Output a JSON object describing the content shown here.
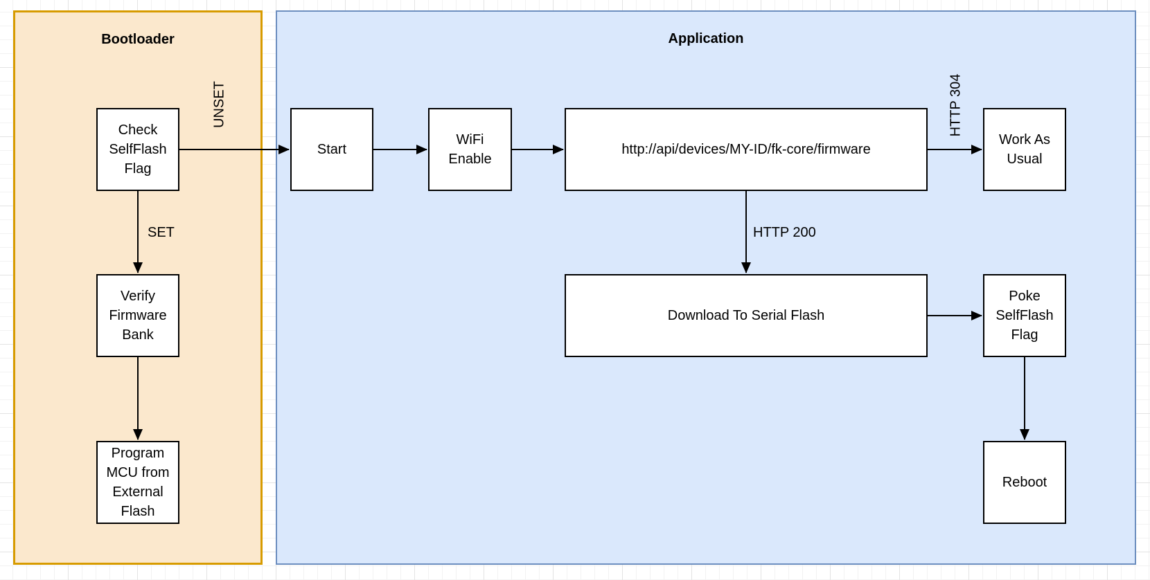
{
  "diagram": {
    "bootloader": {
      "title": "Bootloader"
    },
    "application": {
      "title": "Application"
    },
    "nodes": {
      "check_selfflash": {
        "label": "Check SelfFlash Flag"
      },
      "start": {
        "label": "Start"
      },
      "wifi_enable": {
        "label": "WiFi Enable"
      },
      "firmware_url": {
        "label": "http://api/devices/MY-ID/fk-core/firmware"
      },
      "work_as_usual": {
        "label": "Work As Usual"
      },
      "verify_firmware": {
        "label": "Verify Firmware Bank"
      },
      "download_serial": {
        "label": "Download To Serial Flash"
      },
      "poke_selfflash": {
        "label": "Poke SelfFlash Flag"
      },
      "program_mcu": {
        "label": "Program MCU from External Flash"
      },
      "reboot": {
        "label": "Reboot"
      }
    },
    "edge_labels": {
      "unset": "UNSET",
      "set": "SET",
      "http_304": "HTTP 304",
      "http_200": "HTTP 200"
    },
    "colors": {
      "bootloader_fill": "#FBE8CD",
      "bootloader_border": "#D79B00",
      "application_fill": "#DAE8FC",
      "application_border": "#6C8EBF",
      "node_fill": "#FFFFFF",
      "node_border": "#000000",
      "arrow": "#000000"
    }
  }
}
